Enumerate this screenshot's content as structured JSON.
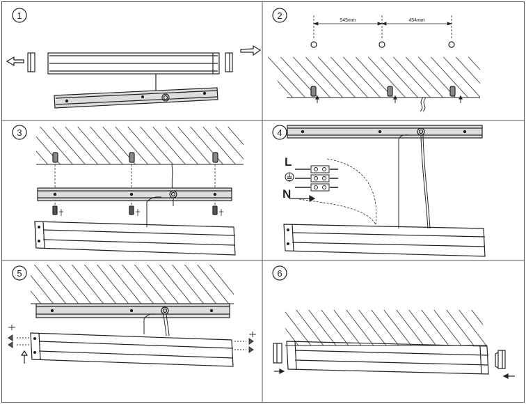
{
  "diagram": {
    "title": "",
    "panels": [
      {
        "number": "1"
      },
      {
        "number": "2",
        "dim_left": "545mm",
        "dim_right": "454mm"
      },
      {
        "number": "3"
      },
      {
        "number": "4",
        "live_label": "L",
        "neutral_label": "N"
      },
      {
        "number": "5"
      },
      {
        "number": "6"
      }
    ]
  },
  "colors": {
    "line": "#222222",
    "hatch": "#444444",
    "panel_border": "#555555",
    "fill": "#ffffff"
  },
  "icons": [
    "arrow-icon",
    "screw-icon",
    "ground-icon",
    "anchor-icon"
  ]
}
